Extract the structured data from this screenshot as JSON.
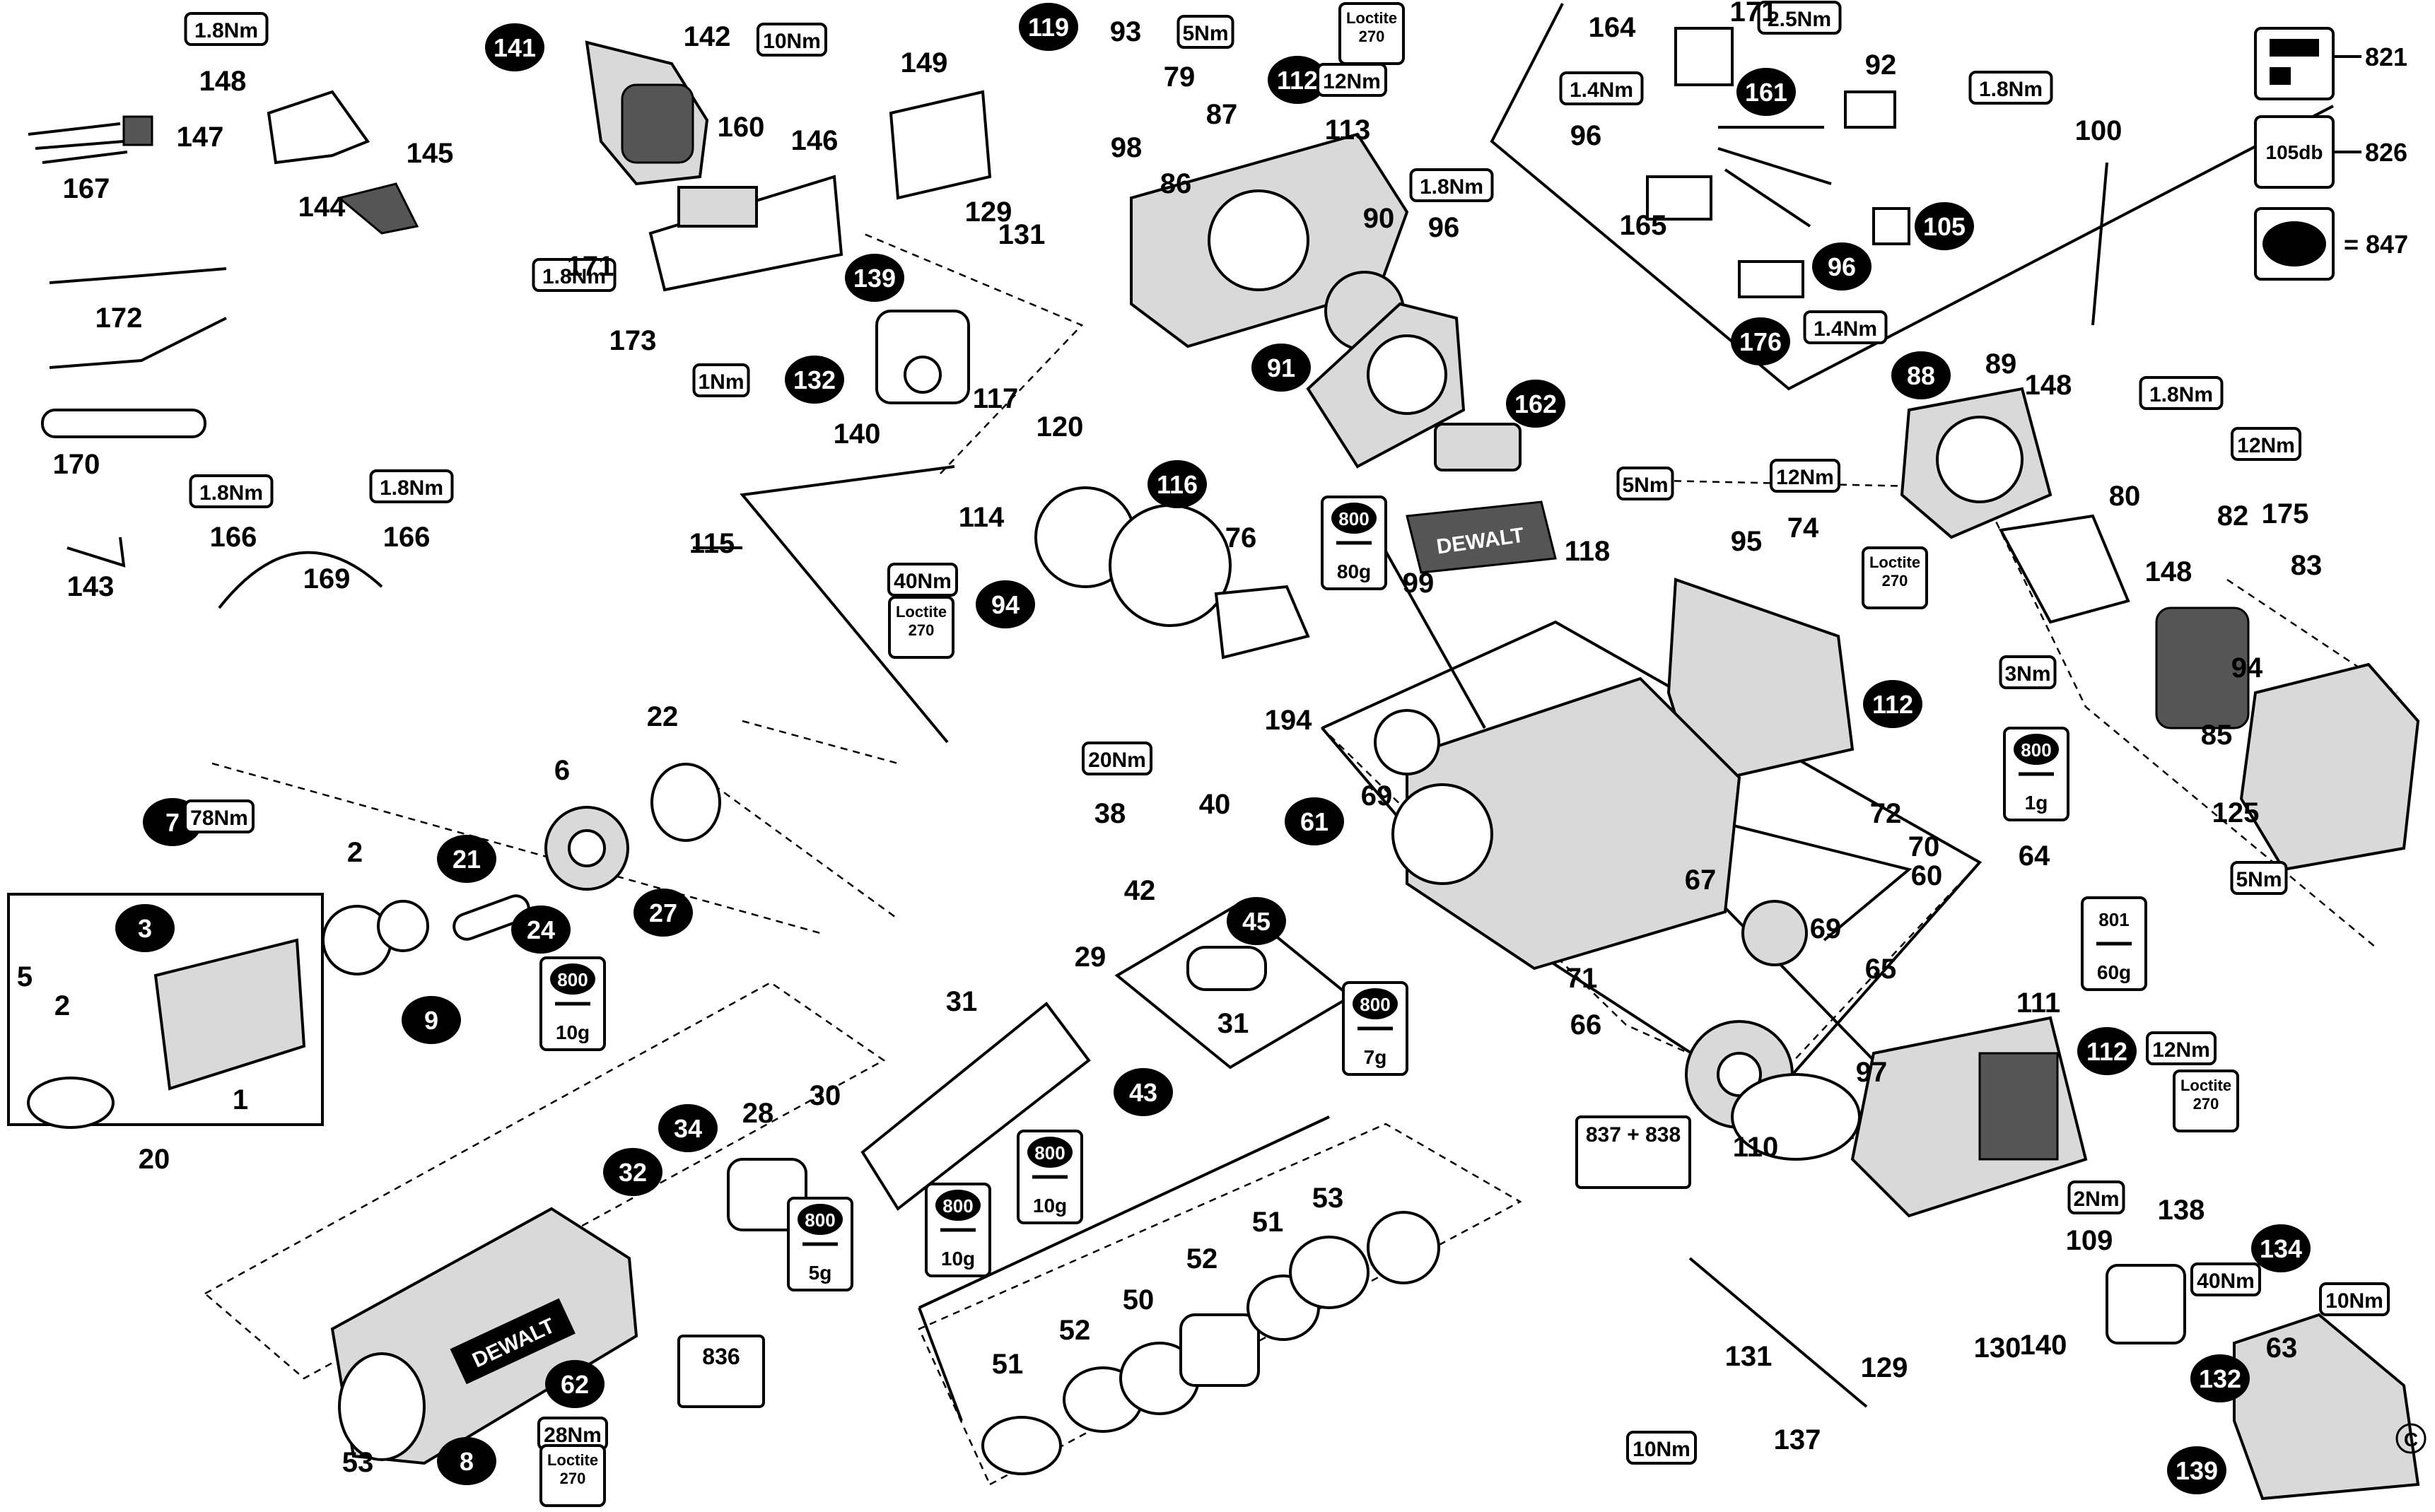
{
  "diagram": {
    "callouts_filled": [
      "141",
      "119",
      "112",
      "161",
      "176",
      "96",
      "105",
      "88",
      "139",
      "132",
      "116",
      "94",
      "91",
      "162",
      "112",
      "7",
      "3",
      "21",
      "24",
      "27",
      "9",
      "61",
      "45",
      "43",
      "32",
      "34",
      "62",
      "8",
      "112",
      "132",
      "134",
      "139"
    ],
    "part_labels": [
      "148",
      "147",
      "167",
      "144",
      "145",
      "172",
      "170",
      "143",
      "166",
      "169",
      "166",
      "142",
      "160",
      "146",
      "171",
      "173",
      "149",
      "129",
      "131",
      "140",
      "117",
      "120",
      "114",
      "115",
      "93",
      "79",
      "87",
      "98",
      "86",
      "113",
      "90",
      "96",
      "164",
      "171",
      "92",
      "96",
      "165",
      "100",
      "89",
      "148",
      "82",
      "80",
      "148",
      "175",
      "83",
      "85",
      "94",
      "125",
      "74",
      "99",
      "118",
      "95",
      "72",
      "70",
      "60",
      "64",
      "69",
      "67",
      "69",
      "65",
      "71",
      "66",
      "110",
      "111",
      "97",
      "109",
      "140",
      "138",
      "130",
      "131",
      "129",
      "137",
      "63",
      "76",
      "194",
      "38",
      "40",
      "42",
      "31",
      "29",
      "31",
      "30",
      "28",
      "22",
      "6",
      "2",
      "5",
      "2",
      "1",
      "20",
      "53",
      "51",
      "52",
      "50",
      "52",
      "51",
      "53"
    ],
    "torque_labels": [
      "1.8Nm",
      "10Nm",
      "5Nm",
      "12Nm",
      "2.5Nm",
      "1.4Nm",
      "1.8Nm",
      "1.4Nm",
      "1.8Nm",
      "1.8Nm",
      "1.8Nm",
      "1.8Nm",
      "1Nm",
      "40Nm",
      "5Nm",
      "12Nm",
      "1.8Nm",
      "12Nm",
      "3Nm",
      "5Nm",
      "20Nm",
      "78Nm",
      "12Nm",
      "2Nm",
      "40Nm",
      "10Nm",
      "10Nm",
      "28Nm"
    ],
    "loctite_line1": "Loctite",
    "loctite_line2": "270",
    "grease_code_800": "800",
    "grease_code_801": "801",
    "grease_amounts": [
      "80g",
      "1g",
      "10g",
      "7g",
      "10g",
      "10g",
      "5g",
      "60g"
    ],
    "kit_labels": [
      "836",
      "837 + 838"
    ],
    "brand_text": "DEWALT",
    "legend": [
      {
        "symbol": "manual-icon",
        "ref": "821"
      },
      {
        "symbol_text": "105db",
        "ref": "826"
      },
      {
        "symbol": "black-oval-icon",
        "ref": "= 847"
      }
    ],
    "copyright": "C"
  }
}
